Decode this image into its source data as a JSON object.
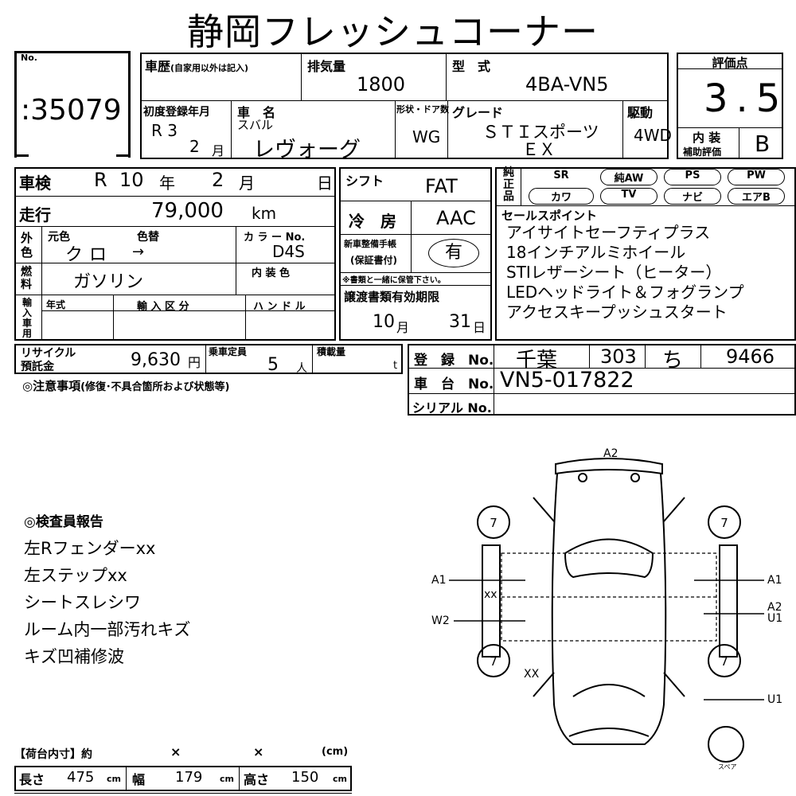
{
  "title": "静岡フレッシュコーナー",
  "lot": {
    "no_label": "No.",
    "value": ":35079"
  },
  "history": {
    "label": "車歴",
    "sub": "(自家用以外は記入)"
  },
  "displacement": {
    "label": "排気量",
    "value": "1800"
  },
  "model": {
    "label": "型　式",
    "value": "4BA-VN5"
  },
  "score": {
    "label": "評価点",
    "value": "3.5"
  },
  "first_reg": {
    "label": "初度登録年月",
    "year": "R 3",
    "month": "2",
    "month_unit": "月"
  },
  "car_name": {
    "label": "車　名",
    "maker": "スバル",
    "name": "レヴォーグ"
  },
  "shape": {
    "label": "形状・ドア数",
    "value": "WG"
  },
  "grade": {
    "label": "グレード",
    "line1": "ＳＴＩスポーツ",
    "line2": "ＥＸ"
  },
  "drive": {
    "label": "駆動",
    "value": "4WD"
  },
  "interior_score": {
    "label1": "内 装",
    "label2": "補助評価",
    "value": "B"
  },
  "inspection": {
    "label": "車検",
    "era": "R",
    "year": "10",
    "year_unit": "年",
    "month": "2",
    "month_unit": "月",
    "day_unit": "日"
  },
  "mileage": {
    "label": "走行",
    "value": "79,000",
    "unit": "km"
  },
  "color": {
    "side_label": "外色",
    "orig_label": "元色",
    "change_label": "色替",
    "orig": "クロ",
    "arrow": "→",
    "code_label": "カ ラ ー No.",
    "code": "D4S",
    "interior_label": "内 装 色"
  },
  "fuel": {
    "label": "燃料",
    "value": "ガソリン"
  },
  "import": {
    "label": "輸入車用",
    "year_label": "年式",
    "class_label": "輸 入 区 分",
    "handle_label": "ハ ン ド ル"
  },
  "shift": {
    "label": "シフト",
    "value": "FAT"
  },
  "ac": {
    "label": "冷　房",
    "value": "AAC"
  },
  "manual": {
    "label1": "新車整備手帳",
    "label2": "(保証書付)",
    "value": "有",
    "note": "※書類と一緒に保管下さい。"
  },
  "transfer": {
    "label": "譲渡書類有効期限",
    "month": "10",
    "month_unit": "月",
    "day": "31",
    "day_unit": "日"
  },
  "equipment": {
    "label": "純正品",
    "row1": [
      "SR",
      "純AW",
      "PS",
      "PW"
    ],
    "row2": [
      "カワ",
      "TV",
      "ナビ",
      "エアB"
    ]
  },
  "sales_points": {
    "label": "セールスポイント",
    "items": [
      "アイサイトセーフティプラス",
      "18インチアルミホイール",
      "STIレザーシート（ヒーター）",
      "LEDヘッドライト＆フォグランプ",
      "アクセスキープッシュスタート"
    ]
  },
  "recycle": {
    "label1": "リサイクル",
    "label2": "預託金",
    "value": "9,630",
    "unit": "円"
  },
  "capacity": {
    "label": "乗車定員",
    "value": "5",
    "unit": "人"
  },
  "load": {
    "label": "積載量",
    "unit": "t"
  },
  "registration": {
    "label": "登　録　No.",
    "region": "千葉",
    "class": "303",
    "kana": "ち",
    "number": "9466"
  },
  "chassis": {
    "label": "車　台　No.",
    "value": "VN5-017822"
  },
  "serial": {
    "label": "シリアル No."
  },
  "caution": {
    "label": "◎注意事項",
    "sub": "(修復･不具合箇所および状態等)"
  },
  "inspector": {
    "label": "◎検査員報告",
    "lines": [
      "左Rフェンダーxx",
      "左ステップxx",
      "シートスレシワ",
      "ルーム内一部汚れキズ",
      "キズ凹補修波"
    ]
  },
  "diagram": {
    "tire_value": "7",
    "marks": {
      "top": "A2",
      "left_a1": "A1",
      "left_w2": "W2",
      "right_a1": "A1",
      "right_a2u1_1": "A2",
      "right_a2u1_2": "U1",
      "right_u1": "U1",
      "xx_side": "xx",
      "xx_rear": "XX",
      "spare": "スペア"
    }
  },
  "cargo": {
    "label": "【荷台内寸】約",
    "times1": "×",
    "times2": "×",
    "unit": "(cm)",
    "length_label": "長さ",
    "length": "475",
    "width_label": "幅",
    "width": "179",
    "height_label": "高さ",
    "height": "150",
    "cm": "cm"
  }
}
